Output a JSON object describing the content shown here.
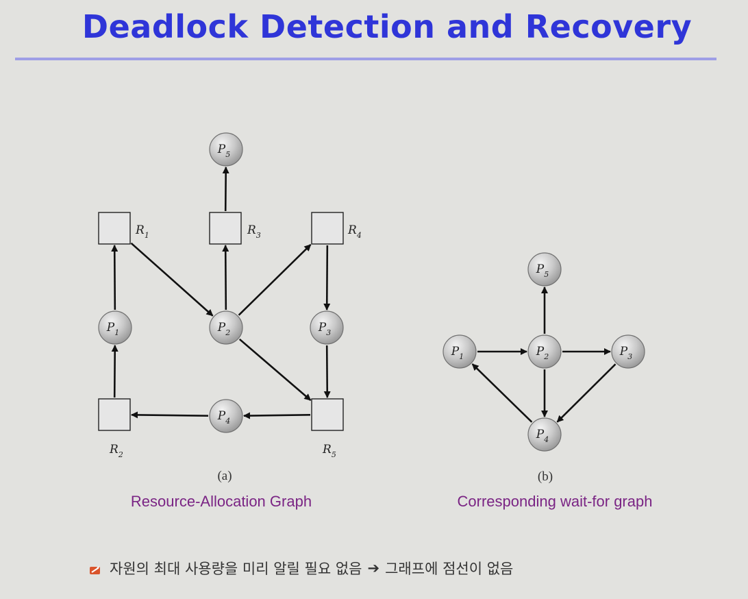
{
  "slide": {
    "title": "Deadlock Detection and Recovery",
    "accent_color": "#2f35d8",
    "rule_color": "#9e9ee6"
  },
  "graph_a": {
    "letter": "(a)",
    "caption": "Resource-Allocation Graph",
    "processes": [
      {
        "id": "P1",
        "base": "P",
        "sub": "1"
      },
      {
        "id": "P2",
        "base": "P",
        "sub": "2"
      },
      {
        "id": "P3",
        "base": "P",
        "sub": "3"
      },
      {
        "id": "P4",
        "base": "P",
        "sub": "4"
      },
      {
        "id": "P5",
        "base": "P",
        "sub": "5"
      }
    ],
    "resources": [
      {
        "id": "R1",
        "base": "R",
        "sub": "1"
      },
      {
        "id": "R2",
        "base": "R",
        "sub": "2"
      },
      {
        "id": "R3",
        "base": "R",
        "sub": "3"
      },
      {
        "id": "R4",
        "base": "R",
        "sub": "4"
      },
      {
        "id": "R5",
        "base": "R",
        "sub": "5"
      }
    ],
    "edges": [
      {
        "from": "R3",
        "to": "P5"
      },
      {
        "from": "R1",
        "to": "P2"
      },
      {
        "from": "P2",
        "to": "R3"
      },
      {
        "from": "P2",
        "to": "R4"
      },
      {
        "from": "R4",
        "to": "P3"
      },
      {
        "from": "P1",
        "to": "R1"
      },
      {
        "from": "R2",
        "to": "P1"
      },
      {
        "from": "P2",
        "to": "R5"
      },
      {
        "from": "P3",
        "to": "R5"
      },
      {
        "from": "R5",
        "to": "P4"
      },
      {
        "from": "P4",
        "to": "R2"
      }
    ]
  },
  "graph_b": {
    "letter": "(b)",
    "caption": "Corresponding wait-for graph",
    "processes": [
      {
        "id": "P1",
        "base": "P",
        "sub": "1"
      },
      {
        "id": "P2",
        "base": "P",
        "sub": "2"
      },
      {
        "id": "P3",
        "base": "P",
        "sub": "3"
      },
      {
        "id": "P4",
        "base": "P",
        "sub": "4"
      },
      {
        "id": "P5",
        "base": "P",
        "sub": "5"
      }
    ],
    "edges": [
      {
        "from": "P2",
        "to": "P5"
      },
      {
        "from": "P1",
        "to": "P2"
      },
      {
        "from": "P2",
        "to": "P3"
      },
      {
        "from": "P2",
        "to": "P4"
      },
      {
        "from": "P3",
        "to": "P4"
      },
      {
        "from": "P4",
        "to": "P1"
      }
    ]
  },
  "note": {
    "icon": "pencil-bullet-icon",
    "text": "자원의 최대 사용량을 미리 알릴 필요 없음",
    "arrow": "➔",
    "result": "그래프에 점선이 없음"
  }
}
